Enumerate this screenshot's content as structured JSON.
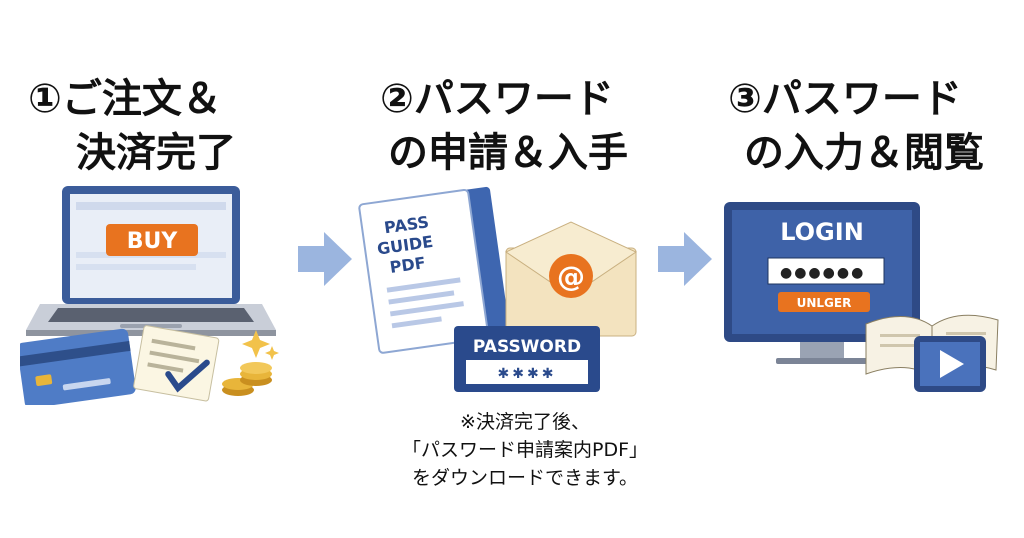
{
  "steps": [
    {
      "line1": "①ご注文＆",
      "line2": "決済完了",
      "button_label": "BUY"
    },
    {
      "line1": "②パスワード",
      "line2": "の申請＆入手",
      "doc_label": [
        "PASS",
        "GUIDE",
        "PDF"
      ],
      "email_symbol": "@",
      "password_label": "PASSWORD",
      "password_dots": "✱✱✱✱"
    },
    {
      "line1": "③パスワード",
      "line2": "の入力＆閲覧",
      "login_label": "LOGIN",
      "login_dots": "●●●●●●",
      "login_button": "UNLGER"
    }
  ],
  "note": {
    "line1": "※決済完了後、",
    "line2": "「パスワード申請案内PDF」",
    "line3": "をダウンロードできます。"
  },
  "colors": {
    "accent_orange": "#e8731f",
    "navy": "#2a4a8c",
    "arrow": "#9bb5df",
    "gold": "#e8b53a"
  },
  "icons": [
    "laptop-icon",
    "credit-card-icon",
    "checklist-icon",
    "coins-icon",
    "document-icon",
    "envelope-icon",
    "monitor-icon",
    "book-icon",
    "play-icon"
  ]
}
